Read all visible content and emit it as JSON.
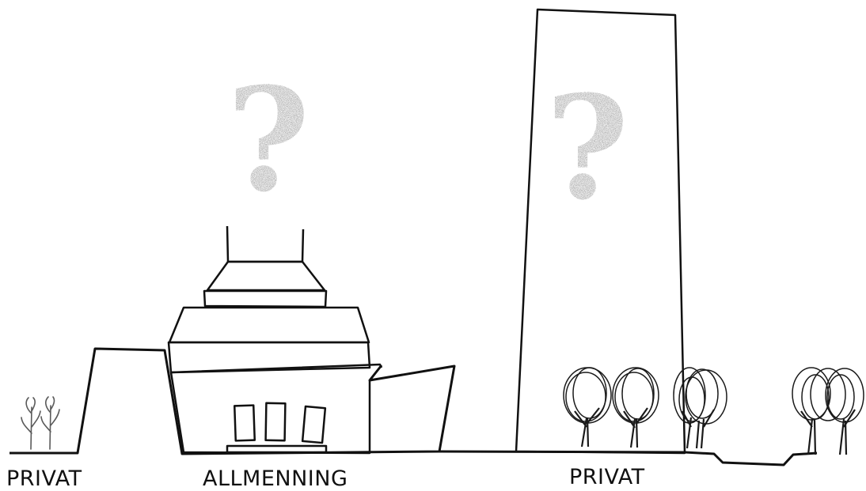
{
  "labels": {
    "left": "PRIVAT",
    "middle": "ALLMENNING",
    "right": "PRIVAT"
  },
  "glyphs": {
    "question_mark": "?"
  },
  "colors": {
    "line": "#111111",
    "question_mark": "#9a9a9a",
    "background": "#ffffff"
  }
}
